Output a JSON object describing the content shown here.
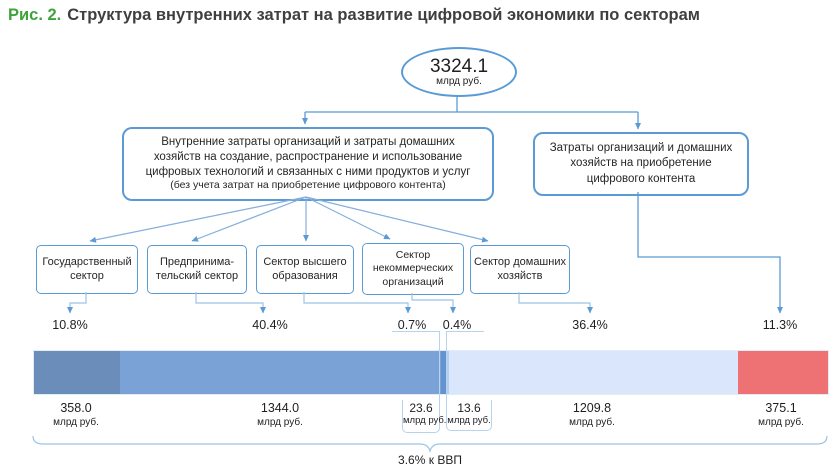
{
  "title": {
    "prefix": "Рис. 2.",
    "text": "Структура внутренних затрат на развитие цифровой экономики по секторам"
  },
  "root": {
    "value": "3324.1",
    "unit": "млрд руб."
  },
  "nodes": {
    "internal": {
      "text": "Внутренние затраты организаций и затраты домашних\nхозяйств на создание, распространение и использование\nцифровых технологий и связанных с ними продуктов и услуг",
      "note": "(без учета затрат на приобретение цифрового контента)"
    },
    "content": {
      "text": "Затраты организаций и домашних\nхозяйств на приобретение\nцифрового контента"
    }
  },
  "sectors": [
    {
      "label": "Государственный\nсектор",
      "percent": "10.8%",
      "value": "358.0",
      "unit": "млрд руб."
    },
    {
      "label": "Предпринима-\nтельский сектор",
      "percent": "40.4%",
      "value": "1344.0",
      "unit": "млрд руб."
    },
    {
      "label": "Сектор высшего\nобразования",
      "percent": "0.7%",
      "value": "23.6",
      "unit": "млрд руб."
    },
    {
      "label": "Сектор\nнекоммерческих\nорганизаций",
      "percent": "0.4%",
      "value": "13.6",
      "unit": "млрд руб."
    },
    {
      "label": "Сектор домашних\nхозяйств",
      "percent": "36.4%",
      "value": "1209.8",
      "unit": "млрд руб."
    }
  ],
  "content_branch": {
    "percent": "11.3%",
    "value": "375.1",
    "unit": "млрд руб."
  },
  "footer": {
    "gdp_note": "3.6% к ВВП"
  },
  "colors": {
    "accent_blue": "#5b9bd5",
    "light_blue_line": "#9dc3e6",
    "callout_line": "#b7d3ee",
    "title_green": "#3fa33c",
    "title_gray": "#3f3f3f"
  },
  "chart_data": {
    "type": "bar",
    "stacked_percent": true,
    "title": "Структура внутренних затрат на развитие цифровой экономики по секторам",
    "total": {
      "value": 3324.1,
      "unit": "млрд руб."
    },
    "segments": [
      {
        "name": "Государственный сектор",
        "percent": 10.8,
        "value": 358.0,
        "color": "#6b8db9"
      },
      {
        "name": "Предпринимательский сектор",
        "percent": 40.4,
        "value": 1344.0,
        "color": "#7aa2d6"
      },
      {
        "name": "Сектор высшего образования",
        "percent": 0.7,
        "value": 23.6,
        "color": "#6593cf"
      },
      {
        "name": "Сектор некоммерческих организаций",
        "percent": 0.4,
        "value": 13.6,
        "color": "#b3cef0"
      },
      {
        "name": "Сектор домашних хозяйств",
        "percent": 36.4,
        "value": 1209.8,
        "color": "#d9e6fc"
      },
      {
        "name": "Затраты организаций и домашних хозяйств на приобретение цифрового контента",
        "percent": 11.3,
        "value": 375.1,
        "color": "#ee7173"
      }
    ],
    "gdp_share": "3.6% к ВВП"
  }
}
